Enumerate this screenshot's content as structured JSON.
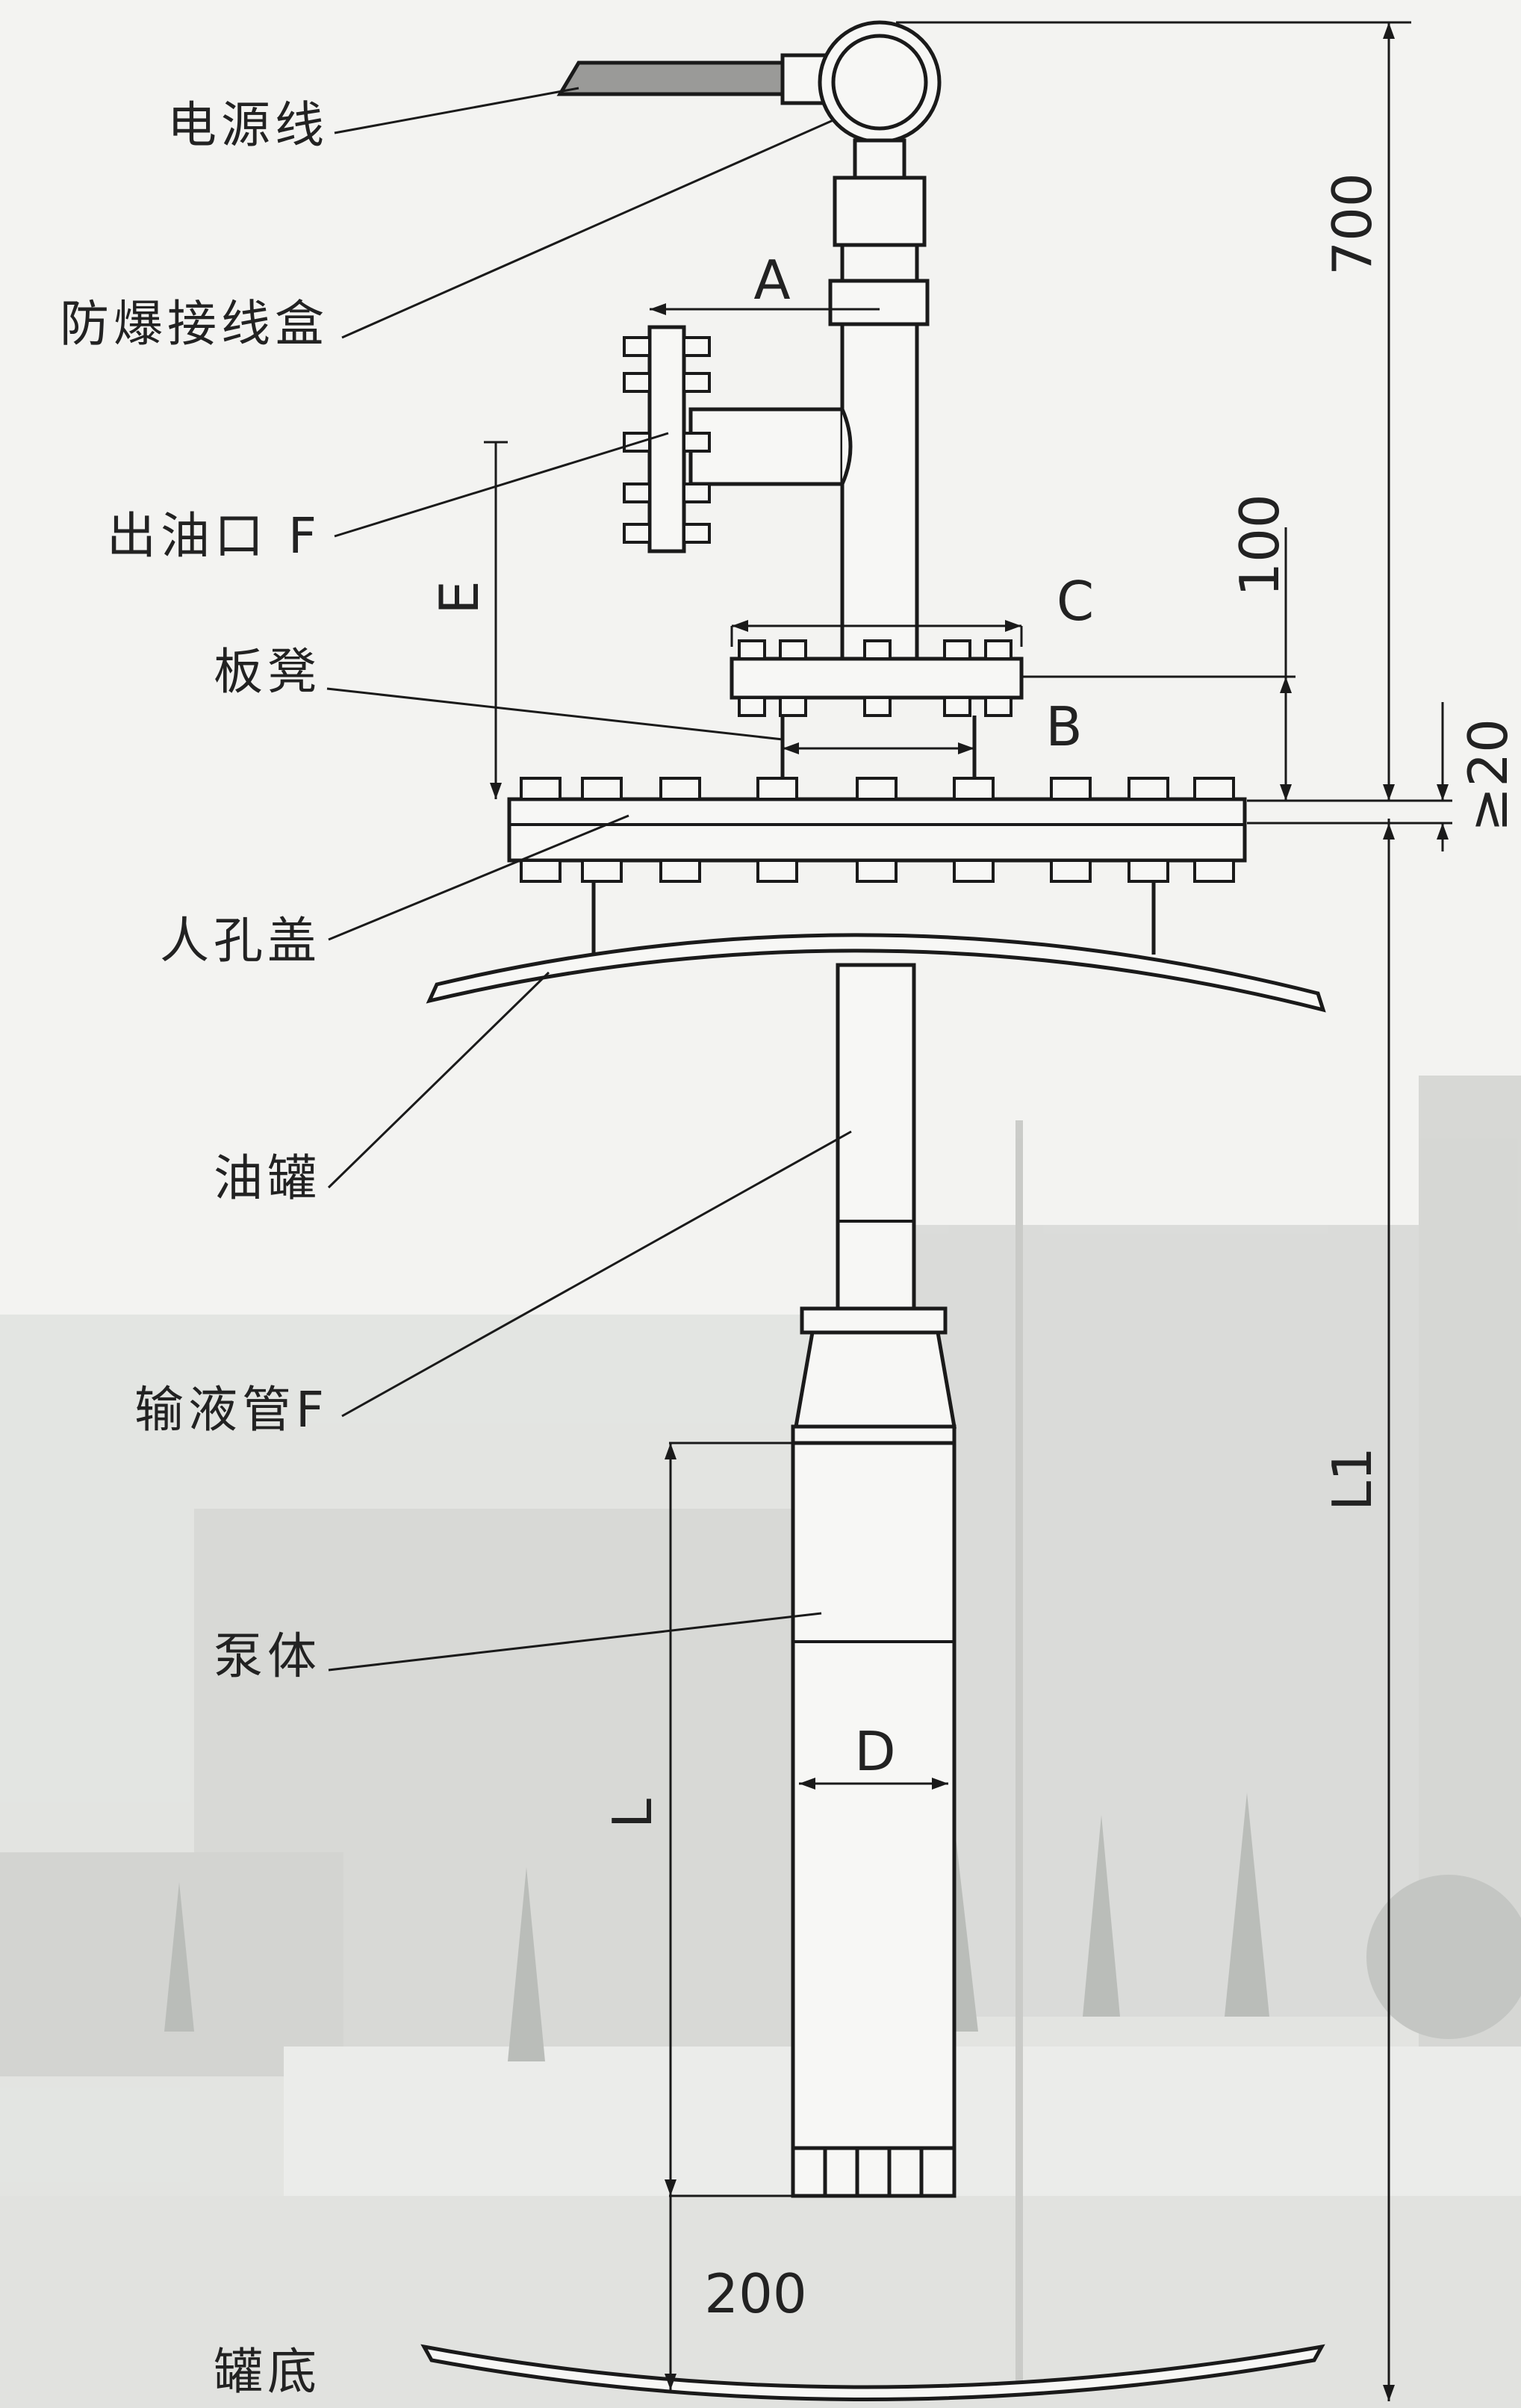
{
  "labels": {
    "power_cable": "电源线",
    "junction_box": "防爆接线盒",
    "oil_outlet": "出油口 F",
    "bench": "板凳",
    "manhole_cover": "人孔盖",
    "oil_tank": "油罐",
    "delivery_pipe": "输液管F",
    "pump_body": "泵体",
    "tank_bottom": "罐底"
  },
  "dimensions": {
    "A": "A",
    "B": "B",
    "C": "C",
    "D": "D",
    "E": "E",
    "L": "L",
    "L1": "L1",
    "h700": "700",
    "h100": "100",
    "h20": "≥20",
    "h200": "200"
  },
  "colors": {
    "ink": "#1a1a1a",
    "background": "#f3f3f1",
    "scene": "#c9cbc8"
  }
}
